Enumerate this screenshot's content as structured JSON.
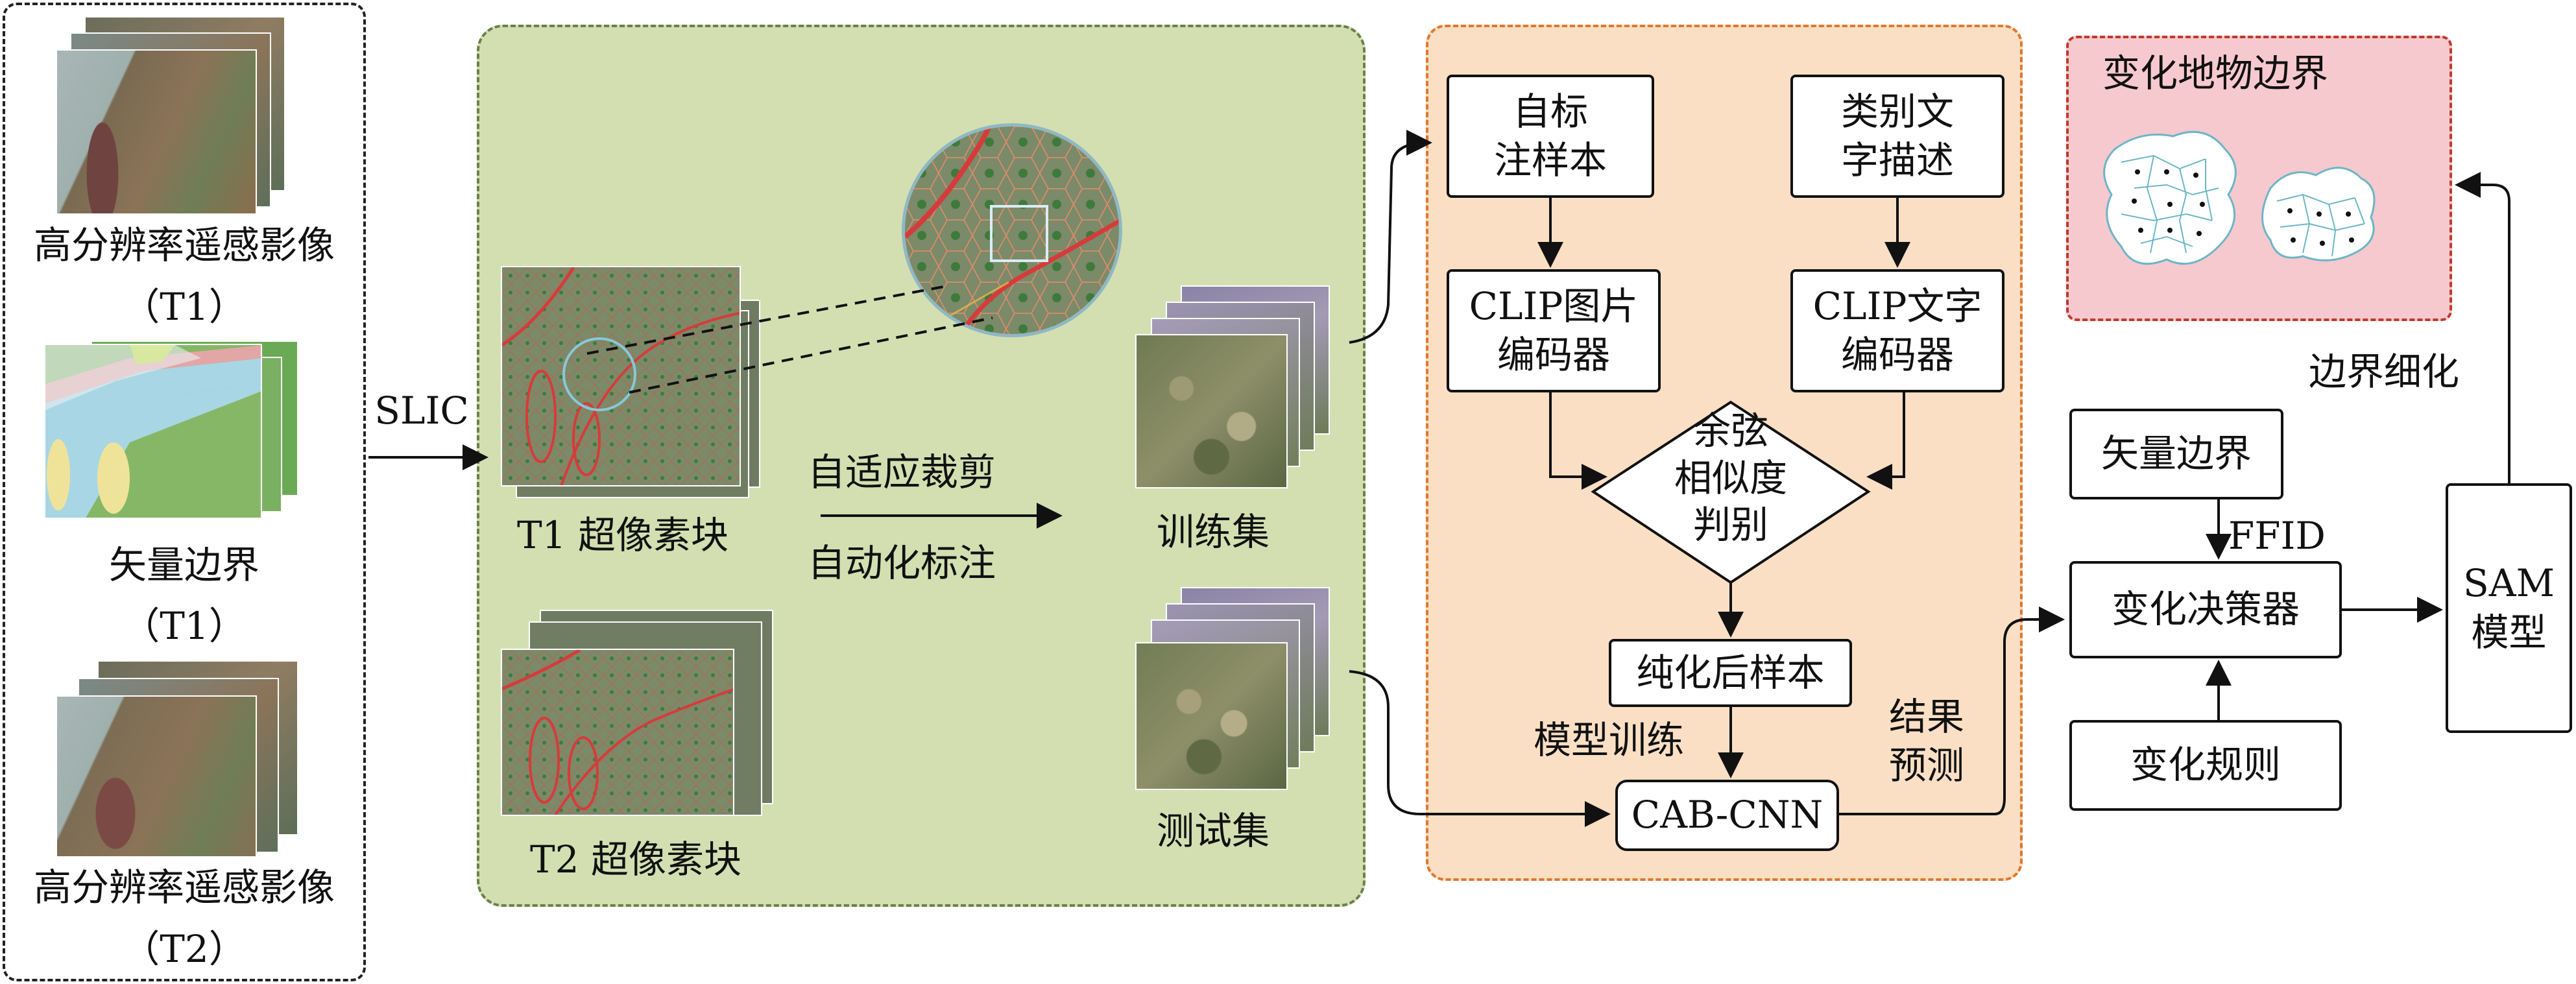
{
  "input_panel": {
    "img_t1_caption": "高分辨率遥感影像",
    "img_t1_tag": "（T1）",
    "vector_caption": "矢量边界",
    "vector_tag": "（T1）",
    "img_t2_caption": "高分辨率遥感影像",
    "img_t2_tag": "（T2）"
  },
  "slic_label": "SLIC",
  "superpixel_panel": {
    "t1_label": "T1 超像素块",
    "t2_label": "T2 超像素块",
    "step1": "自适应裁剪",
    "step2": "自动化标注",
    "train_label": "训练集",
    "test_label": "测试集"
  },
  "clip_panel": {
    "self_label_box": "自标\n注样本",
    "class_text_box": "类别文\n字描述",
    "clip_image_box": "CLIP图片\n编码器",
    "clip_text_box": "CLIP文字\n编码器",
    "cosine_decision": "余弦\n相似度\n判别",
    "purified_box": "纯化后样本",
    "model_training": "模型训练",
    "cab_cnn_box": "CAB-CNN",
    "result_predict": "结果\n预测"
  },
  "decision_panel": {
    "boundary_title": "变化地物边界",
    "refine_label": "边界细化",
    "vector_boundary_box": "矢量边界",
    "ffid_label": "FFID",
    "change_decider_box": "变化决策器",
    "change_rule_box": "变化规则",
    "sam_box": "SAM\n模型"
  },
  "colors": {
    "green_panel": "#d3dfb1",
    "green_border": "#6d7f4c",
    "orange_panel": "#fadfc4",
    "orange_border": "#e0782e",
    "pink_panel": "#f6c9cf",
    "pink_border": "#c0392b",
    "superpixel_red": "#d63b3b"
  }
}
